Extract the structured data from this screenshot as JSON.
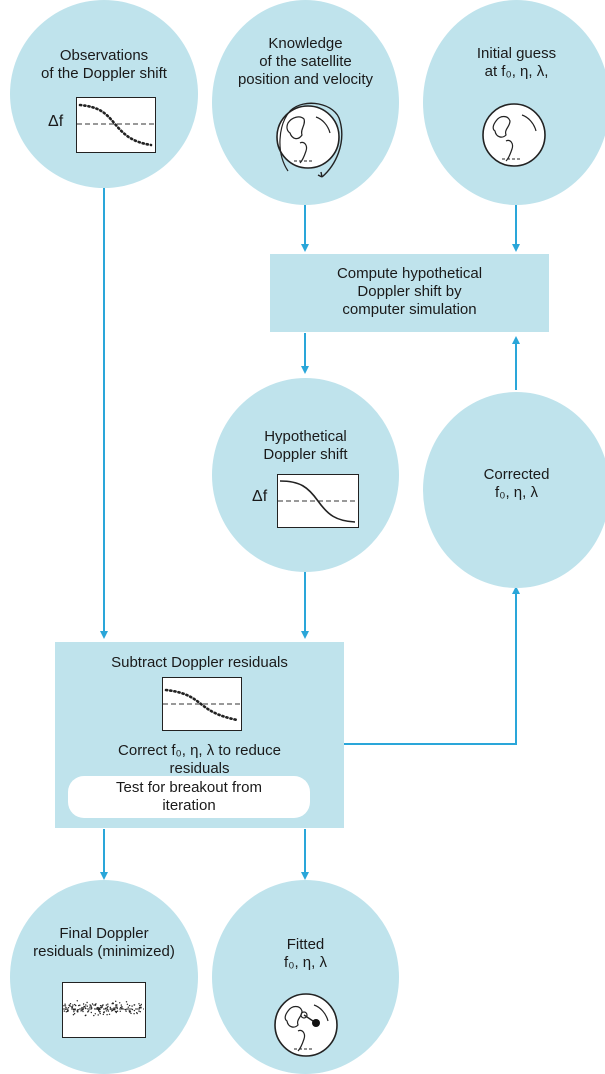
{
  "nodes": {
    "observations": {
      "line1": "Observations",
      "line2": "of the Doppler shift",
      "axis_label": "Δf"
    },
    "knowledge": {
      "line1": "Knowledge",
      "line2": "of the satellite",
      "line3": "position and velocity"
    },
    "initial_guess": {
      "line1": "Initial guess",
      "line2": "at f₀, η, λ,"
    },
    "compute": {
      "line1": "Compute hypothetical",
      "line2": "Doppler shift by",
      "line3": "computer simulation"
    },
    "hypothetical": {
      "line1": "Hypothetical",
      "line2": "Doppler shift",
      "axis_label": "Δf"
    },
    "corrected": {
      "line1": "Corrected",
      "line2": "f₀, η, λ"
    },
    "subtract": {
      "title": "Subtract Doppler residuals",
      "correct_line1": "Correct f₀, η, λ to reduce",
      "correct_line2": "residuals",
      "test_line1": "Test for breakout from",
      "test_line2": "iteration"
    },
    "final": {
      "line1": "Final Doppler",
      "line2": "residuals (minimized)"
    },
    "fitted": {
      "line1": "Fitted",
      "line2": "f₀, η, λ"
    }
  },
  "colors": {
    "node_fill": "#bfe3ec",
    "arrow": "#2aa6d9",
    "ink": "#1a1a1a"
  }
}
